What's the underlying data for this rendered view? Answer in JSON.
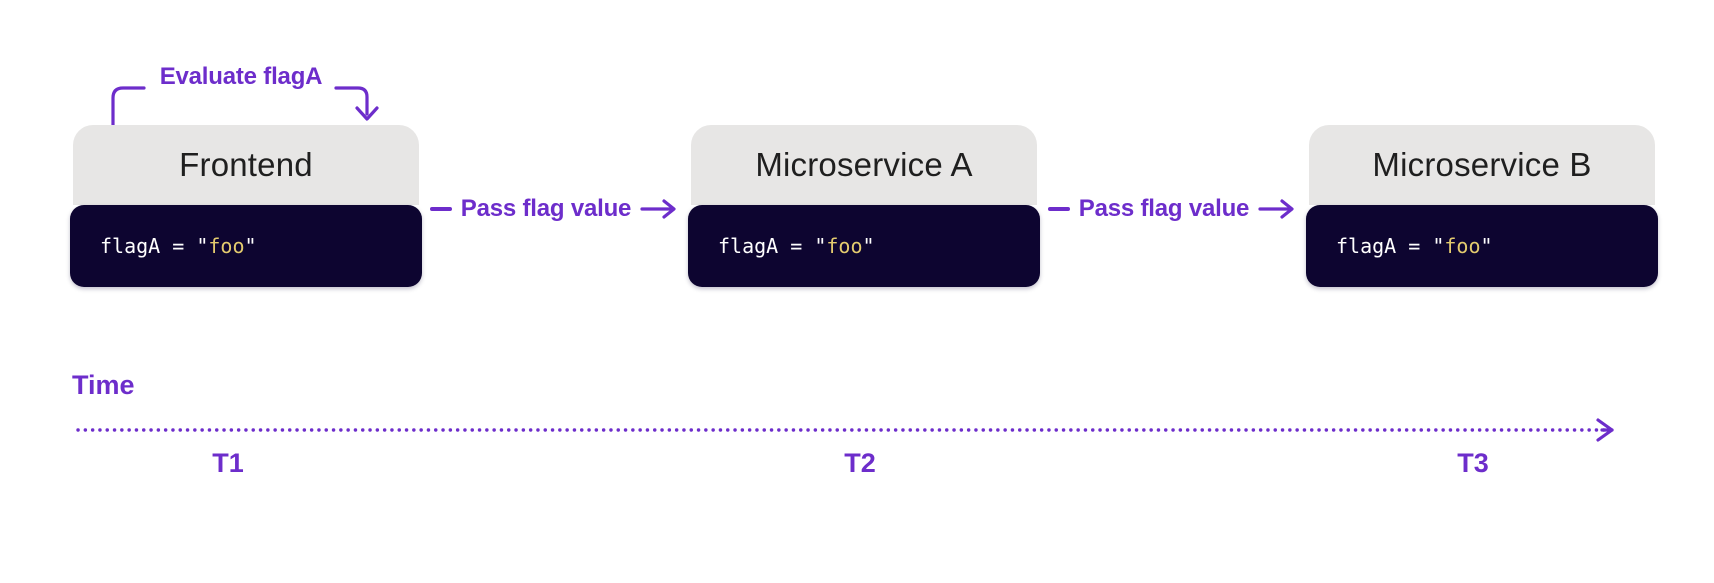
{
  "annotation": {
    "label": "Evaluate flagA"
  },
  "nodes": [
    {
      "title": "Frontend",
      "code": {
        "pre": "flagA = \"",
        "string": "foo",
        "post": "\""
      }
    },
    {
      "title": "Microservice A",
      "code": {
        "pre": "flagA = \"",
        "string": "foo",
        "post": "\""
      }
    },
    {
      "title": "Microservice B",
      "code": {
        "pre": "flagA = \"",
        "string": "foo",
        "post": "\""
      }
    }
  ],
  "connectors": [
    {
      "label": "Pass flag value"
    },
    {
      "label": "Pass flag value"
    }
  ],
  "timeline": {
    "label": "Time",
    "ticks": [
      "T1",
      "T2",
      "T3"
    ]
  },
  "colors": {
    "accent_purple": "#6D2DCB",
    "code_background": "#0D0530",
    "code_text": "#FFFFFF",
    "code_string_yellow": "#E3CB6E",
    "header_background": "#E7E6E5",
    "title_text": "#1F1F1F"
  }
}
